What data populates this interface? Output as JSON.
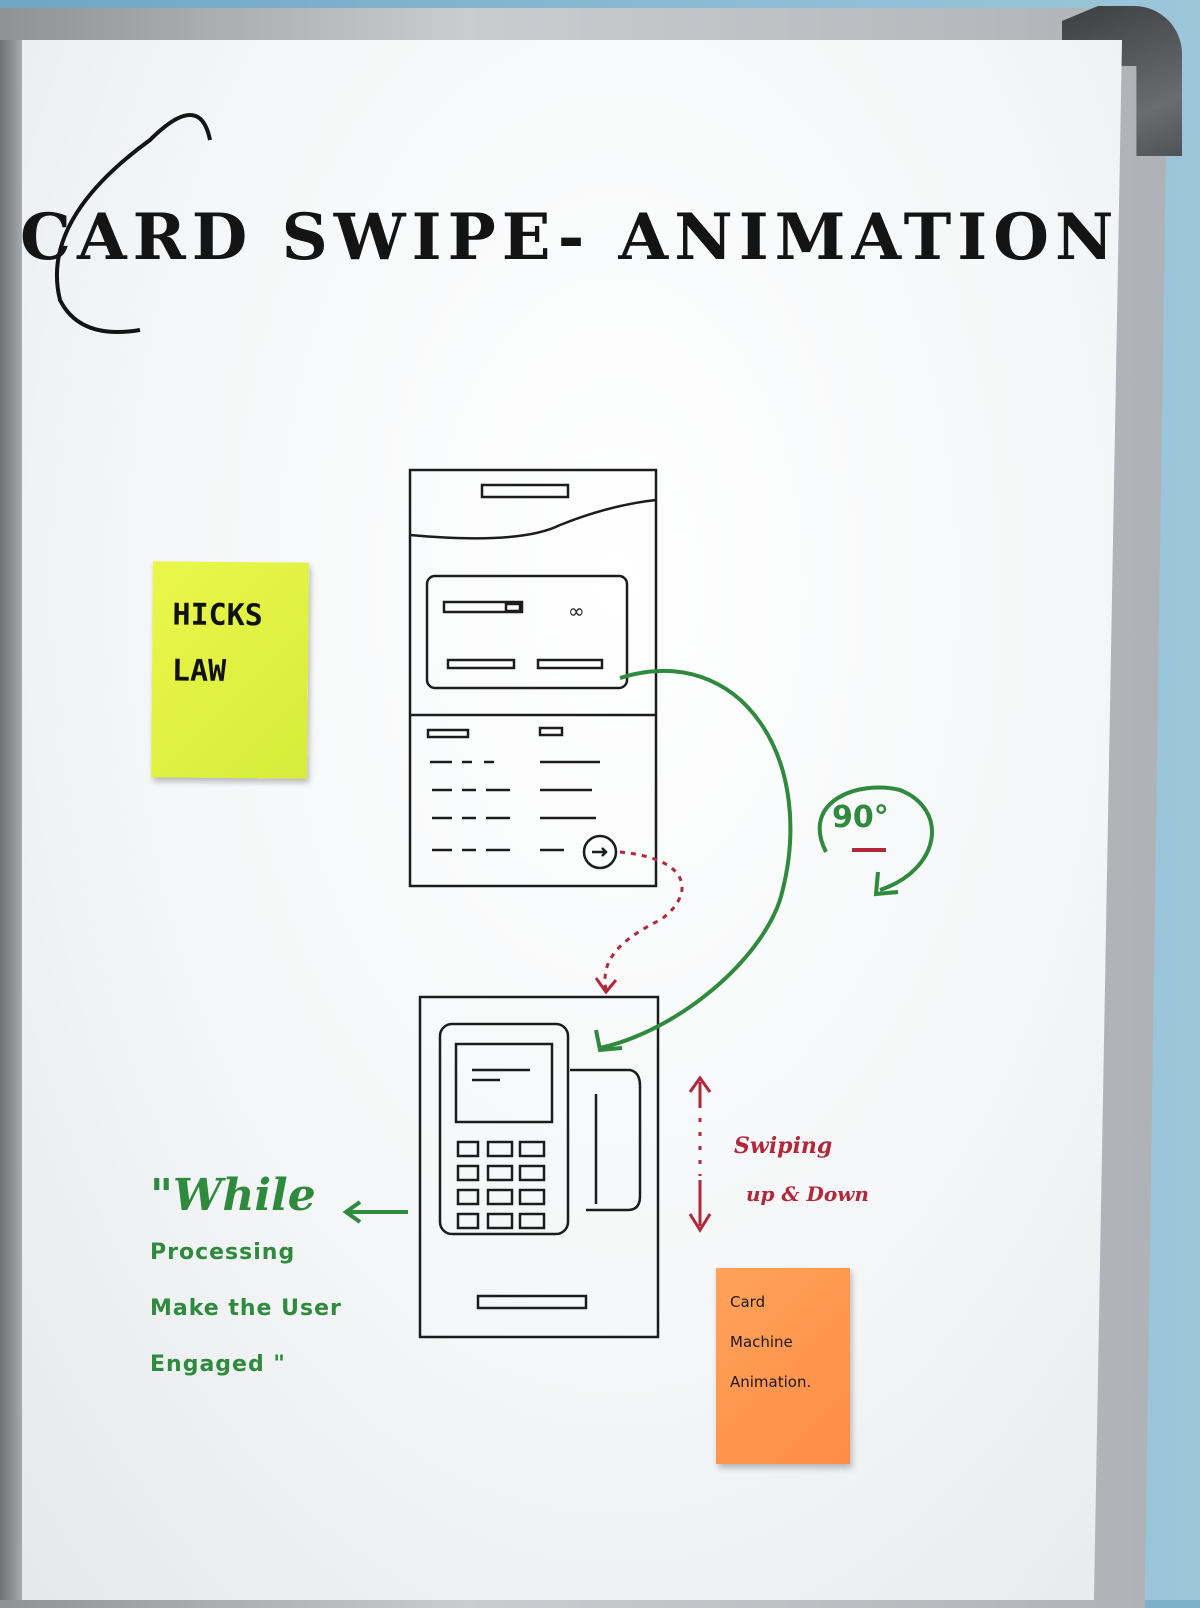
{
  "title": "CARD SWIPE- ANIMATION",
  "sticky_yellow": {
    "line1": "HICKS",
    "line2": "LAW"
  },
  "sticky_orange": {
    "line1": "Card",
    "line2": "Machine",
    "line3": "Animation."
  },
  "rotation_label": "90°",
  "swipe_note": {
    "line1": "Swiping",
    "line2": "up & Down"
  },
  "quote": {
    "line1": "\"While",
    "line2": "Processing",
    "line3": "Make the User",
    "line4": "Engaged \""
  },
  "colors": {
    "marker_black": "#141414",
    "marker_green": "#2f8a3e",
    "marker_red": "#b2283a",
    "sticky_yellow": "#e2f243",
    "sticky_orange": "#ff984f"
  }
}
